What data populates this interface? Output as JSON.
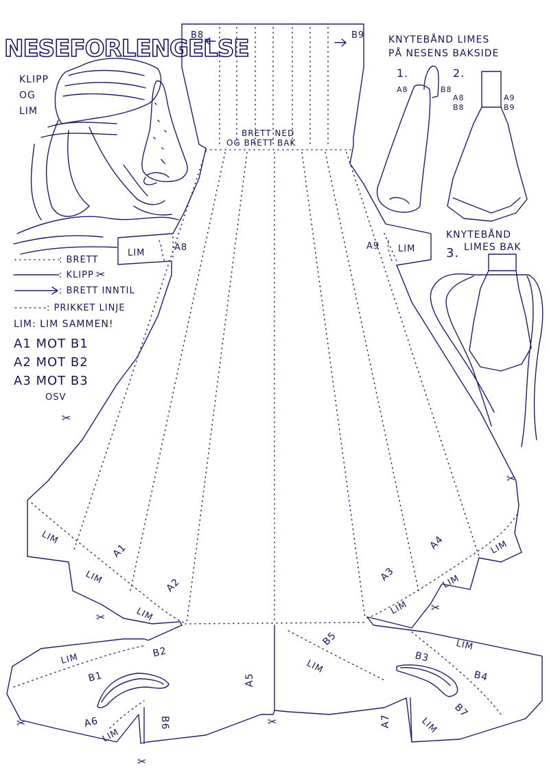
{
  "title": "NESEFORLENGELSE",
  "instructions": [
    "KLIPP",
    "OG",
    "LIM"
  ],
  "legend": {
    "fold": ": BRETT",
    "cut": ": KLIPP",
    "fold_in": ": BRETT INNTIL",
    "dotted": ": PRIKKET LINJE",
    "glue": "LIM: LIM SAMMEN!",
    "pairs": [
      "A1 MOT B1",
      "A2 MOT B2",
      "A3 MOT B3"
    ],
    "etc": "OSV"
  },
  "right_panel": {
    "heading_line1": "KNYTEBÅND LIMES",
    "heading_line2": "PÅ NESENS BAKSIDE",
    "step1": "1.",
    "step2": "2.",
    "step3": "3.",
    "step3_line1": "KNYTEBÅND",
    "step3_line2": "LIMES BAK",
    "lbl_a8": "A8",
    "lbl_b8": "B8",
    "lbl_a8b": "A8",
    "lbl_b8b": "B8",
    "lbl_a9": "A9",
    "lbl_b9": "B9"
  },
  "template": {
    "top_left": "B8",
    "top_right": "B9",
    "fold_note_1": "BRETT NED",
    "fold_note_2": "OG BRETT BAK",
    "lim": "LIM",
    "a1": "A1",
    "a2": "A2",
    "a3": "A3",
    "a4": "A4",
    "a5": "A5",
    "a6": "A6",
    "a7": "A7",
    "a8": "A8",
    "a9": "A9",
    "b1": "B1",
    "b2": "B2",
    "b3": "B3",
    "b4": "B4",
    "b5": "B5",
    "b6": "B6",
    "b7": "B7"
  },
  "scissors_glyph": "✂",
  "colors": {
    "ink": "#1d1e6b",
    "paper": "#ffffff"
  }
}
